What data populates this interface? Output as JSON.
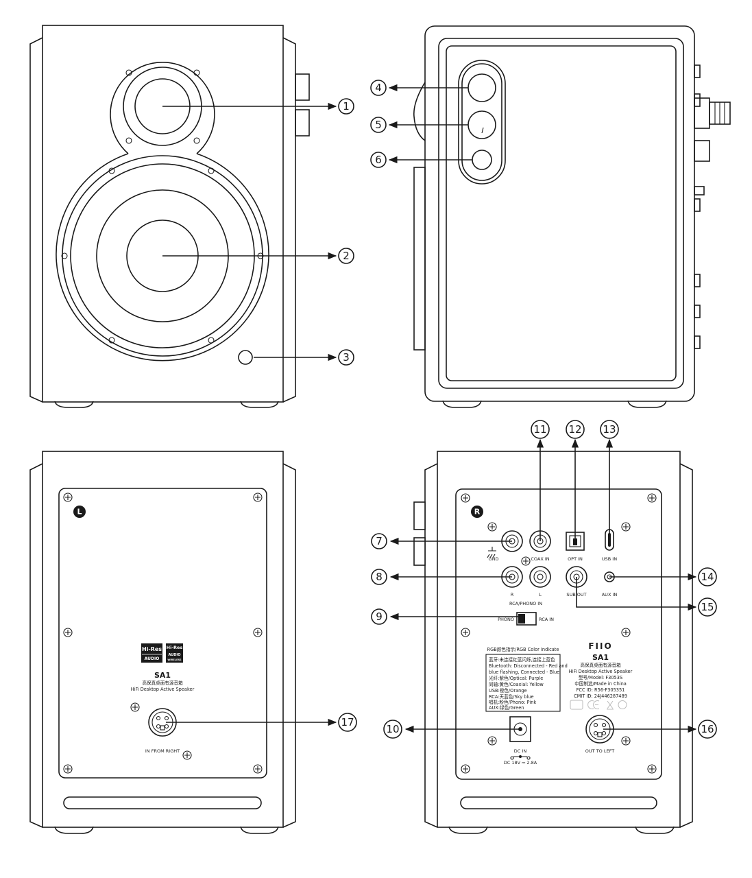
{
  "callouts": {
    "c1": "1",
    "c2": "2",
    "c3": "3",
    "c4": "4",
    "c5": "5",
    "c6": "6",
    "c7": "7",
    "c8": "8",
    "c9": "9",
    "c10": "10",
    "c11": "11",
    "c12": "12",
    "c13": "13",
    "c14": "14",
    "c15": "15",
    "c16": "16",
    "c17": "17"
  },
  "left_back": {
    "badge": "L",
    "hires1_top": "Hi-Res",
    "hires1_bot": "AUDIO",
    "hires2_top": "Hi-Res",
    "hires2_mid": "AUDIO",
    "hires2_bot": "WIRELESS",
    "model": "SA1",
    "name_cn": "高保真桌面有源音箱",
    "name_en": "HiFi Desktop Active Speaker",
    "port_label": "IN FROM RIGHT"
  },
  "right_back": {
    "badge": "R",
    "gnd": "GND",
    "coax_in": "COAX IN",
    "opt_in": "OPT IN",
    "usb_in": "USB IN",
    "rca_r": "R",
    "rca_l": "L",
    "sub_out": "SUB OUT",
    "aux_in": "AUX IN",
    "switch_title": "RCA/PHONO IN",
    "switch_left": "PHONO",
    "switch_right": "RCA IN",
    "rgb_title": "RGB颜色指示/RGB Color Indicate",
    "rgb_lines": [
      "蓝牙:未连接红蓝闪烁,连接上蓝色",
      "Bluetooth: Disconnected - Red and",
      "blue flashing, Connected - Blue",
      "光纤:紫色/Optical: Purple",
      "同轴:黄色/Coaxial: Yellow",
      "USB:橙色/Orange",
      "RCA:天蓝色/Sky blue",
      "唱机:粉色/Phono: Pink",
      "AUX:绿色/Green"
    ],
    "brand": "FIIO",
    "model": "SA1",
    "info_lines": [
      "高保真桌面有源音箱",
      "HiFi Desktop Active Speaker",
      "型号/Model: F3053S",
      "中国制造/Made in China",
      "FCC ID: R56-F305351",
      "CMIT ID: 24J446287489"
    ],
    "dc_in": "DC IN",
    "dc_spec": "DC 18V ⎓ 2.8A",
    "out_to_left": "OUT TO LEFT"
  }
}
